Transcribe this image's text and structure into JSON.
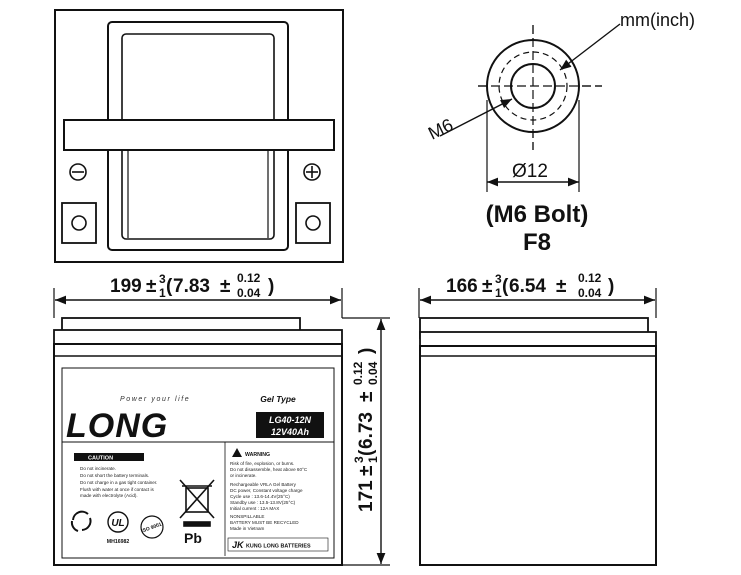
{
  "unit_note": "mm(inch)",
  "terminal": {
    "bolt_label": "M6",
    "diameter_label": "Ø12",
    "type_line": "(M6 Bolt)",
    "code": "F8"
  },
  "dimensions": {
    "width": {
      "main": "199",
      "sup": "3",
      "sub": "1",
      "inch": "7.83",
      "inch_sup": "0.12",
      "inch_sub": "0.04"
    },
    "depth": {
      "main": "166",
      "sup": "3",
      "sub": "1",
      "inch": "6.54",
      "inch_sup": "0.12",
      "inch_sub": "0.04"
    },
    "height": {
      "main": "171",
      "sup": "3",
      "sub": "1",
      "inch": "6.73",
      "inch_sup": "0.12",
      "inch_sub": "0.04"
    }
  },
  "label": {
    "brand": "LONG",
    "slogan": "Power your life",
    "gel_type": "Gel Type",
    "model": "LG40-12N",
    "rating": "12V40Ah",
    "caution_title": "CAUTION",
    "caution_lines": [
      "Do not incinerate.",
      "Do not short the battery terminals.",
      "Do not charge in a gas tight container.",
      "Flush with water at once if contact is",
      "made with electrolyte (Acid)."
    ],
    "warning_title": "WARNING",
    "warning_lines": [
      "Risk of fire, explosion, or burns.",
      "Do not disassemble, heat above 60°C",
      "or incinerate.",
      "Rechargeable VRLA Gel Battery",
      "DC power, Constant voltage charge",
      "Cycle use : 13.6-14.4V(25°C)",
      "Standby use : 13.5-13.8V(25°C)",
      "Initial current : 12A MAX",
      "NONSPILLABLE",
      "BATTERY MUST BE RECYCLED",
      "Made in Vietnam"
    ],
    "ul_number": "MH16982",
    "iso_mark": "ISO 9001",
    "pb_text": "Pb",
    "maker": "KUNG LONG BATTERIES"
  }
}
